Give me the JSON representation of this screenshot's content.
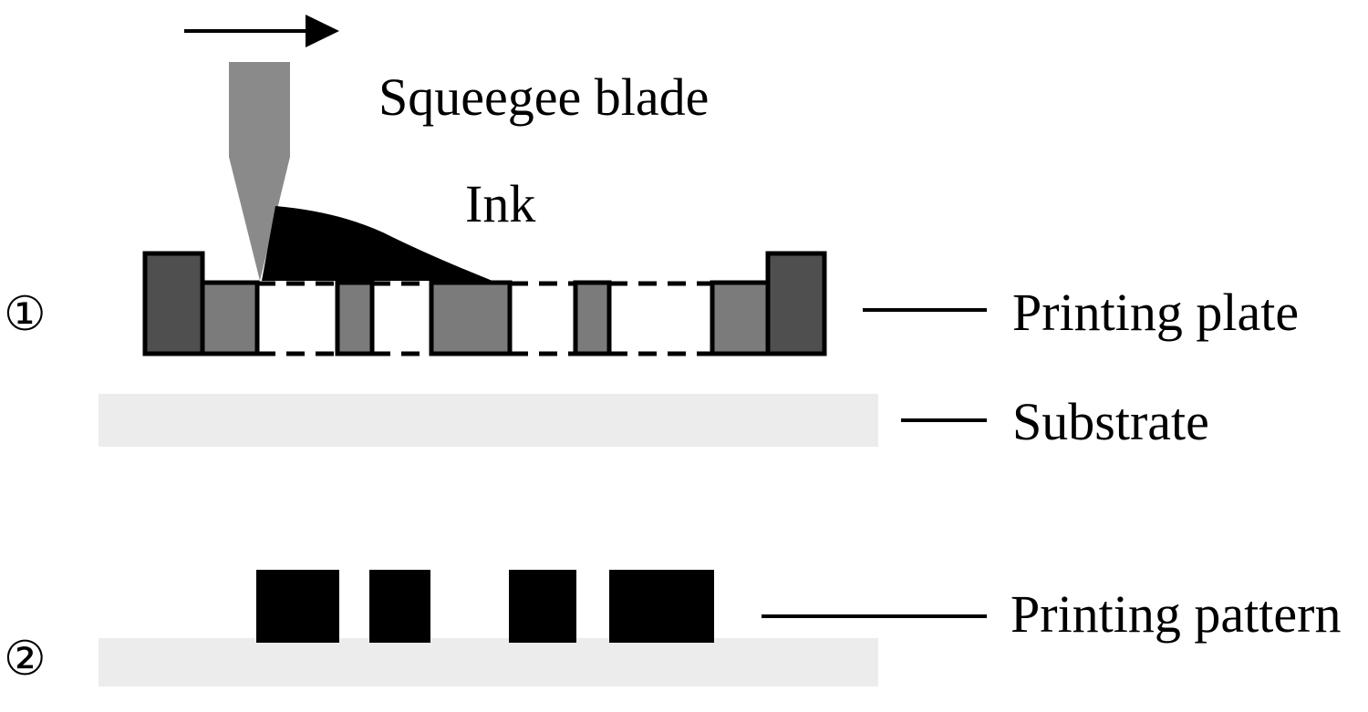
{
  "labels": {
    "squeegee_blade": "Squeegee blade",
    "ink": "Ink",
    "printing_plate": "Printing plate",
    "substrate": "Substrate",
    "printing_pattern": "Printing pattern"
  },
  "steps": {
    "step1": "①",
    "step2": "②"
  },
  "colors": {
    "blade": "#8a8a8a",
    "plate_frame": "#4f4f4f",
    "plate_block": "#7b7b7b",
    "ink": "#000000",
    "substrate": "#ececec",
    "pattern": "#000000"
  },
  "icons": {
    "direction": "right-arrow-icon"
  }
}
